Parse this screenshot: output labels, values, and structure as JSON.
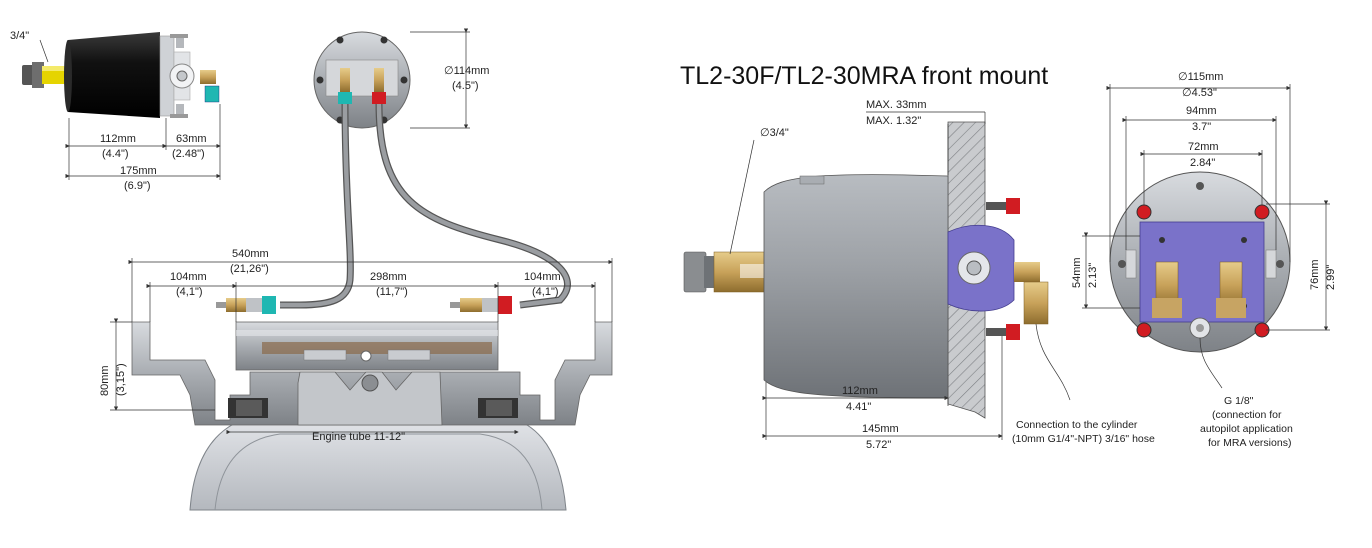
{
  "title": "TL2-30F/TL2-30MRA front mount",
  "colors": {
    "pump_body": "#9a9ea3",
    "pump_shadow": "#6f7378",
    "blue_plate": "#7a72c9",
    "brass": "#c8a25a",
    "red_fitting": "#d11c22",
    "teal_fitting": "#1fb7b2",
    "hose": "#8a8d90",
    "steel": "#b9bdc2"
  },
  "top_left_pump": {
    "shaft": "3/4\"",
    "body_length": [
      "112mm",
      "(4.4\")"
    ],
    "rear_length": [
      "63mm",
      "(2.48\")"
    ],
    "total_length": [
      "175mm",
      "(6.9\")"
    ]
  },
  "rear_view": {
    "diameter": [
      "∅114mm",
      "(4.5\")"
    ]
  },
  "cylinder": {
    "overall": [
      "540mm",
      "(21,26\")"
    ],
    "left_offset": [
      "104mm",
      "(4,1\")"
    ],
    "middle": [
      "298mm",
      "(11,7\")"
    ],
    "right_offset": [
      "104mm",
      "(4,1\")"
    ],
    "height": [
      "80mm",
      "(3,15\")"
    ],
    "engine_tube": "Engine tube 11-12\""
  },
  "front_mount_side": {
    "shaft": "∅3/4\"",
    "max_panel": [
      "MAX. 33mm",
      "MAX. 1.32\""
    ],
    "body_length": [
      "112mm",
      "4.41\""
    ],
    "total_length": [
      "145mm",
      "5.72\""
    ],
    "connection_note": [
      "Connection to the cylinder",
      "(10mm G1/4\"-NPT) 3/16\" hose"
    ]
  },
  "front_mount_face": {
    "outer_diameter": [
      "∅115mm",
      "∅4.53\""
    ],
    "width_1": [
      "94mm",
      "3.7\""
    ],
    "width_2": [
      "72mm",
      "2.84\""
    ],
    "height_1": [
      "54mm",
      "2.13\""
    ],
    "height_2": [
      "76mm",
      "2.99\""
    ],
    "autopilot_note": [
      "G 1/8\"",
      "(connection for",
      "autopilot application",
      "for MRA versions)"
    ]
  }
}
